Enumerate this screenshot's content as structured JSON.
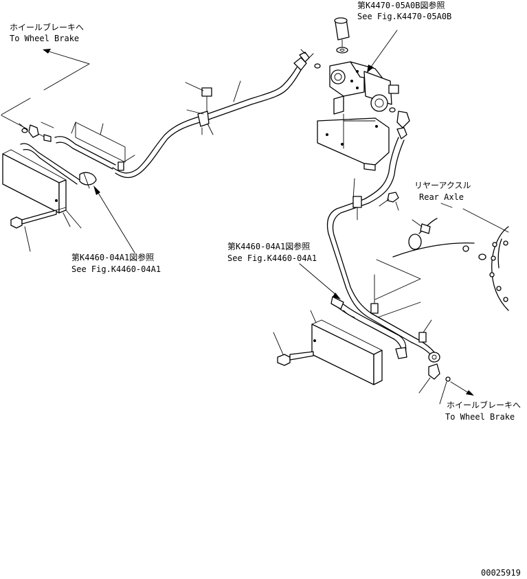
{
  "labels": {
    "top_left_jp": "ホイールブレーキへ",
    "top_left_en": "To Wheel Brake",
    "valve_ref_jp": "第K4470-05A0B図参照",
    "valve_ref_en": "See Fig.K4470-05A0B",
    "left_ref_jp": "第K4460-04A1図参照",
    "left_ref_en": "See Fig.K4460-04A1",
    "mid_ref_jp": "第K4460-04A1図参照",
    "mid_ref_en": "See Fig.K4460-04A1",
    "axle_jp": "リヤーアクスル",
    "axle_en": "Rear Axle",
    "bottom_right_jp": "ホイールブレーキへ",
    "bottom_right_en": "To Wheel Brake",
    "drawing_number": "00025919"
  }
}
